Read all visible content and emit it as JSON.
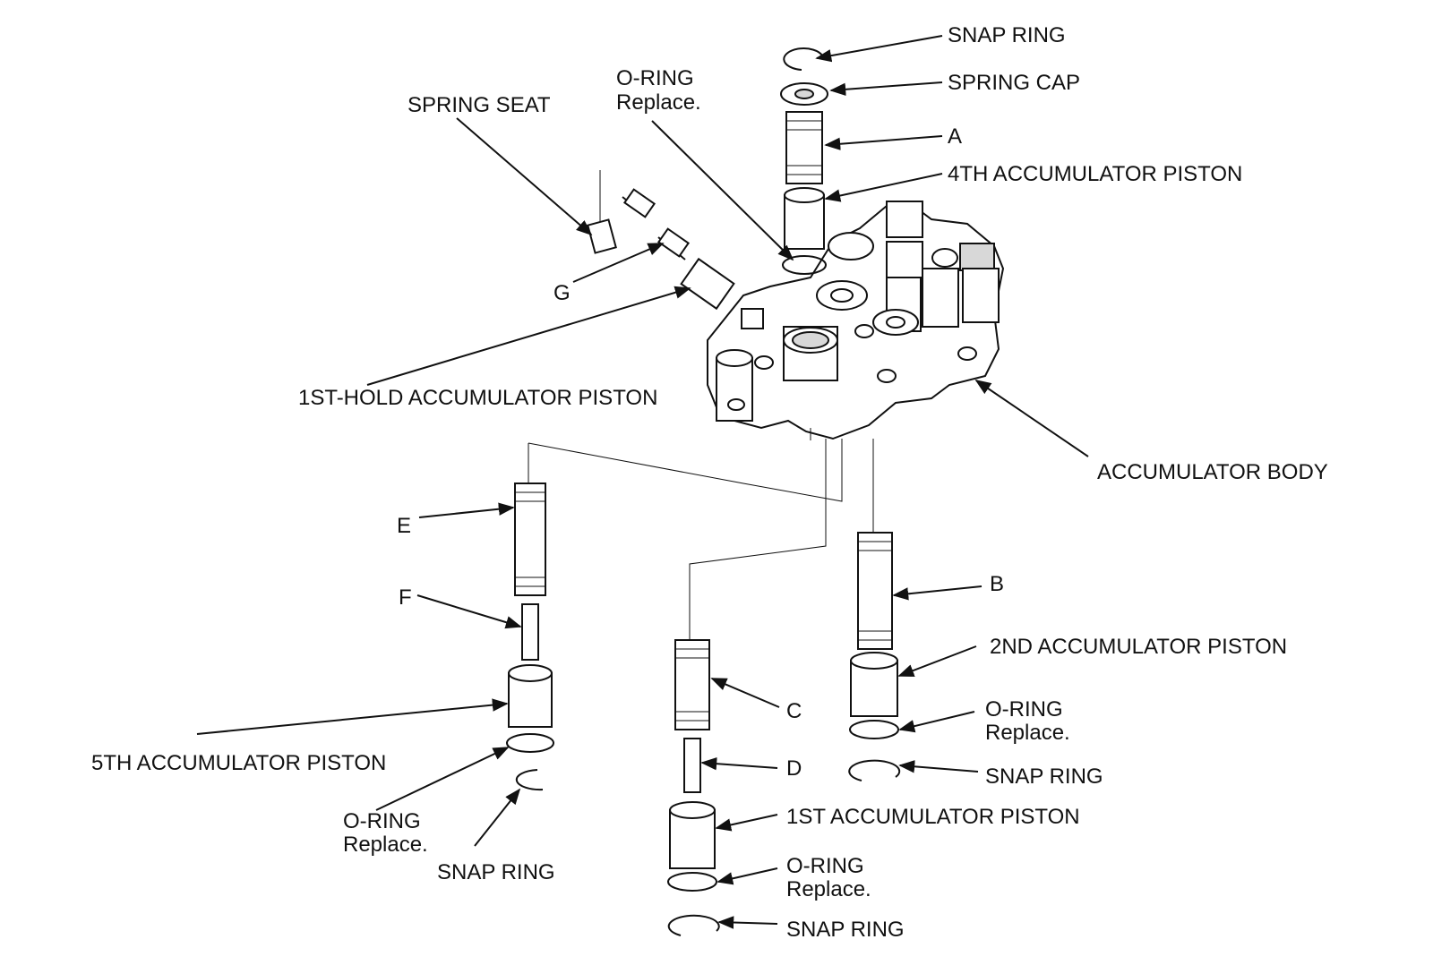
{
  "diagram": {
    "labels": {
      "snap_ring_top": "SNAP RING",
      "spring_cap": "SPRING CAP",
      "a": "A",
      "fourth_piston": "4TH ACCUMULATOR PISTON",
      "oring_top_line1": "O-RING",
      "oring_top_line2": "Replace.",
      "spring_seat": "SPRING SEAT",
      "g": "G",
      "first_hold_piston": "1ST-HOLD ACCUMULATOR PISTON",
      "accumulator_body": "ACCUMULATOR BODY",
      "e": "E",
      "f": "F",
      "fifth_piston": "5TH ACCUMULATOR PISTON",
      "oring_left_line1": "O-RING",
      "oring_left_line2": "Replace.",
      "snap_ring_left": "SNAP RING",
      "c": "C",
      "d": "D",
      "first_piston": "1ST ACCUMULATOR PISTON",
      "oring_mid_line1": "O-RING",
      "oring_mid_line2": "Replace.",
      "snap_ring_mid": "SNAP RING",
      "b": "B",
      "second_piston": "2ND ACCUMULATOR PISTON",
      "oring_right_line1": "O-RING",
      "oring_right_line2": "Replace.",
      "snap_ring_right": "SNAP RING"
    }
  }
}
